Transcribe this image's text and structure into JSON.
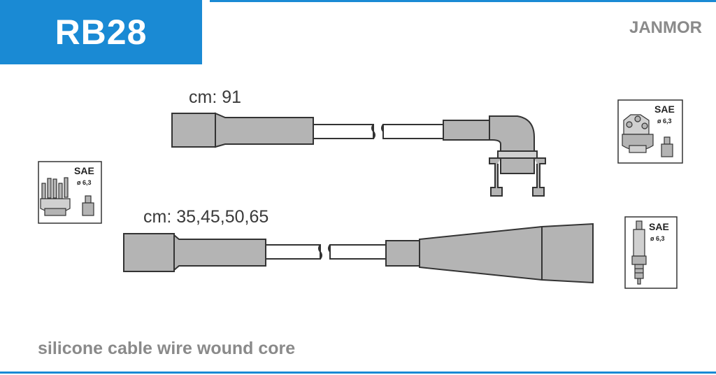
{
  "header": {
    "code": "RB28",
    "brand": "JANMOR"
  },
  "cables": {
    "top_length_label": "cm: 91",
    "bottom_length_label": "cm: 35,45,50,65"
  },
  "connectors": {
    "left_distributor": {
      "sae": "SAE",
      "dia": "ø 6,3",
      "icon": "distributor-cap-icon"
    },
    "right_top_distributor": {
      "sae": "SAE",
      "dia": "ø 6,3",
      "icon": "distributor-cap-icon"
    },
    "right_bottom_spark_plug": {
      "sae": "SAE",
      "dia": "ø 6,3",
      "icon": "spark-plug-icon"
    }
  },
  "footer": {
    "description": "silicone cable wire wound core"
  },
  "colors": {
    "accent": "#1a8ad4",
    "boot": "#b4b4b4",
    "outline": "#333333",
    "muted_text": "#8a8a8a"
  }
}
